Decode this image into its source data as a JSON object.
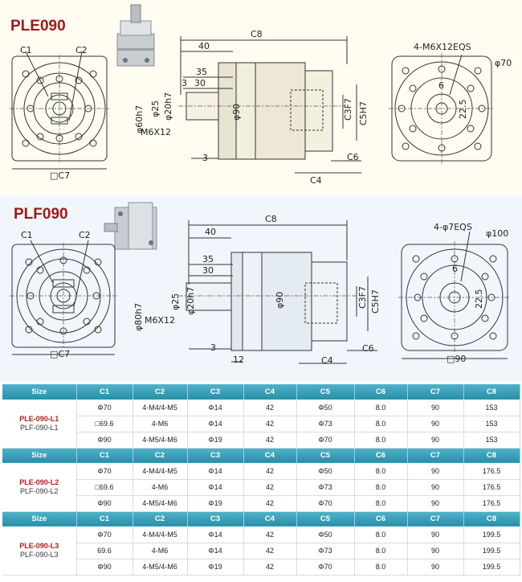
{
  "ple": {
    "title": "PLE090",
    "labels": {
      "c1": "C1",
      "c2": "C2",
      "c7": "□C7",
      "c8": "C8",
      "d40": "40",
      "d35": "35",
      "d30": "30",
      "d3a": "3",
      "phi60": "φ60h7",
      "phi25": "φ25",
      "phi20": "φ20h7",
      "phi90": "φ90",
      "m6": "M6X12",
      "c3": "C3F7",
      "c5": "C5H7",
      "d3b": "3",
      "c4": "C4",
      "c6": "C6",
      "holes": "4-M6X12EQS",
      "phi70": "φ70",
      "d6": "6",
      "d225": "22.5"
    }
  },
  "plf": {
    "title": "PLF090",
    "labels": {
      "c1": "C1",
      "c2": "C2",
      "c7": "□C7",
      "c8": "C8",
      "d40": "40",
      "d35": "35",
      "d30": "30",
      "phi80": "φ80h7",
      "phi25": "φ25",
      "phi20": "φ20h7",
      "phi90": "φ90",
      "m6": "M6X12",
      "c3": "C3F7",
      "c5": "C5H7",
      "d3": "3",
      "d12": "12",
      "c4": "C4",
      "c6": "C6",
      "holes": "4-φ7EQS",
      "phi100": "φ100",
      "d6": "6",
      "d225": "22.5",
      "sq90": "□90"
    }
  },
  "table": {
    "headers": [
      "Size",
      "C1",
      "C2",
      "C3",
      "C4",
      "C5",
      "C6",
      "C7",
      "C8"
    ],
    "groups": [
      {
        "size_a": "PLE-090-L1",
        "size_b": "PLF-090-L1",
        "rows": [
          [
            "Φ70",
            "4-M4/4-M5",
            "Φ14",
            "42",
            "Φ50",
            "8.0",
            "90",
            "153"
          ],
          [
            "□69.6",
            "4-M6",
            "Φ14",
            "42",
            "Φ73",
            "8.0",
            "90",
            "153"
          ],
          [
            "Φ90",
            "4-M5/4-M6",
            "Φ19",
            "42",
            "Φ70",
            "8.0",
            "90",
            "153"
          ]
        ]
      },
      {
        "size_a": "PLE-090-L2",
        "size_b": "PLF-090-L2",
        "rows": [
          [
            "Φ70",
            "4-M4/4-M5",
            "Φ14",
            "42",
            "Φ50",
            "8.0",
            "90",
            "176.5"
          ],
          [
            "□69.6",
            "4-M6",
            "Φ14",
            "42",
            "Φ73",
            "8.0",
            "90",
            "176.5"
          ],
          [
            "Φ90",
            "4-M5/4-M6",
            "Φ19",
            "42",
            "Φ70",
            "8.0",
            "90",
            "176.5"
          ]
        ]
      },
      {
        "size_a": "PLE-090-L3",
        "size_b": "PLF-090-L3",
        "rows": [
          [
            "Φ70",
            "4-M4/4-M5",
            "Φ14",
            "42",
            "Φ50",
            "8.0",
            "90",
            "199.5"
          ],
          [
            "69.6",
            "4-M6",
            "Φ14",
            "42",
            "Φ73",
            "8.0",
            "90",
            "199.5"
          ],
          [
            "Φ90",
            "4-M5/4-M6",
            "Φ19",
            "42",
            "Φ70",
            "8.0",
            "90",
            "199.5"
          ]
        ]
      }
    ]
  }
}
